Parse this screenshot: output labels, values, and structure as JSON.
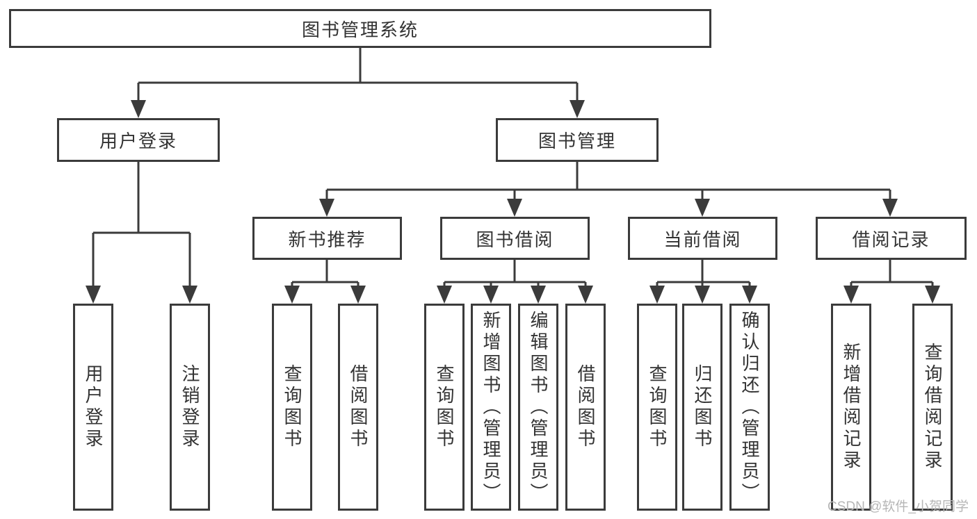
{
  "colors": {
    "line": "#3b3b3b",
    "text": "#333333",
    "watermark": "#b6b6b6",
    "background": "#ffffff"
  },
  "watermark": {
    "text": "CSDN @软件_小贺同学"
  },
  "tree": {
    "root": {
      "label": "图书管理系统",
      "children": [
        {
          "label": "用户登录",
          "children": [
            {
              "label": "用户登录"
            },
            {
              "label": "注销登录"
            }
          ]
        },
        {
          "label": "图书管理",
          "children": [
            {
              "label": "新书推荐",
              "children": [
                {
                  "label": "查询图书"
                },
                {
                  "label": "借阅图书"
                }
              ]
            },
            {
              "label": "图书借阅",
              "children": [
                {
                  "label": "查询图书"
                },
                {
                  "label": "新增图书（管理员）"
                },
                {
                  "label": "编辑图书（管理员）"
                },
                {
                  "label": "借阅图书"
                }
              ]
            },
            {
              "label": "当前借阅",
              "children": [
                {
                  "label": "查询图书"
                },
                {
                  "label": "归还图书"
                },
                {
                  "label": "确认归还（管理员）"
                }
              ]
            },
            {
              "label": "借阅记录",
              "children": [
                {
                  "label": "新增借阅记录"
                },
                {
                  "label": "查询借阅记录"
                }
              ]
            }
          ]
        }
      ]
    }
  }
}
